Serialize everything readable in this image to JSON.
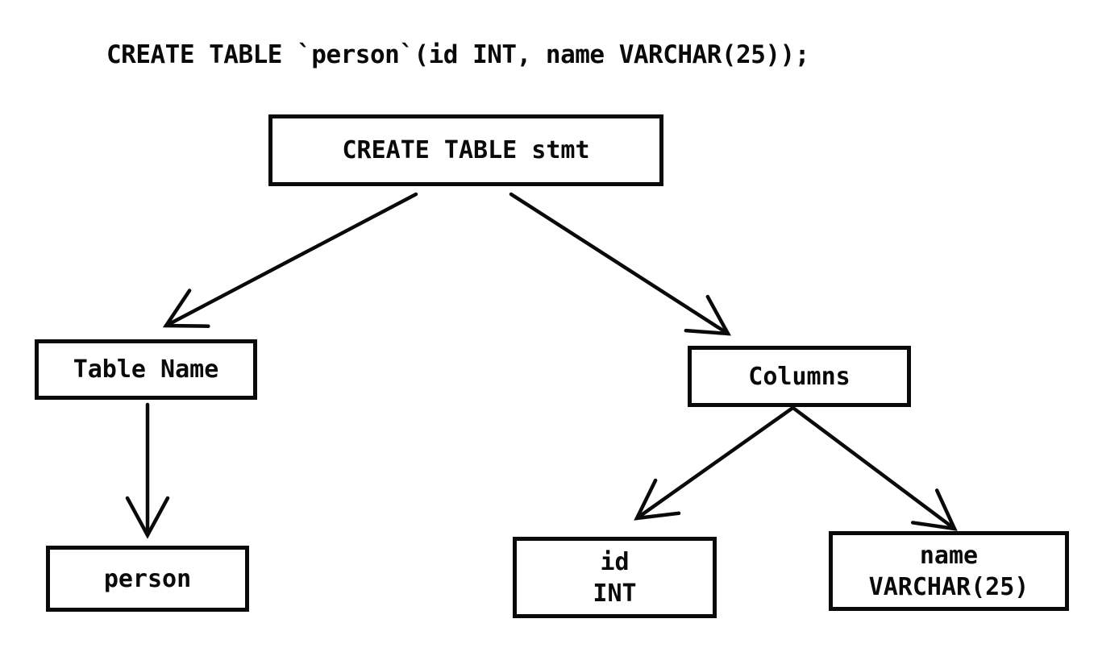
{
  "sql_statement": "CREATE TABLE `person`(id INT, name VARCHAR(25));",
  "diagram": {
    "nodes": {
      "stmt": {
        "label": "CREATE TABLE stmt"
      },
      "table_name": {
        "label": "Table Name"
      },
      "columns": {
        "label": "Columns"
      },
      "person": {
        "label": "person"
      },
      "id_col": {
        "line1": "id",
        "line2": "INT"
      },
      "name_col": {
        "line1": "name",
        "line2": "VARCHAR(25)"
      }
    },
    "edges": [
      {
        "from": "stmt",
        "to": "table_name"
      },
      {
        "from": "stmt",
        "to": "columns"
      },
      {
        "from": "table_name",
        "to": "person"
      },
      {
        "from": "columns",
        "to": "id_col"
      },
      {
        "from": "columns",
        "to": "name_col"
      }
    ],
    "colors": {
      "line": "#0a0a0a",
      "text": "#0a0a0a",
      "background": "#ffffff"
    }
  }
}
